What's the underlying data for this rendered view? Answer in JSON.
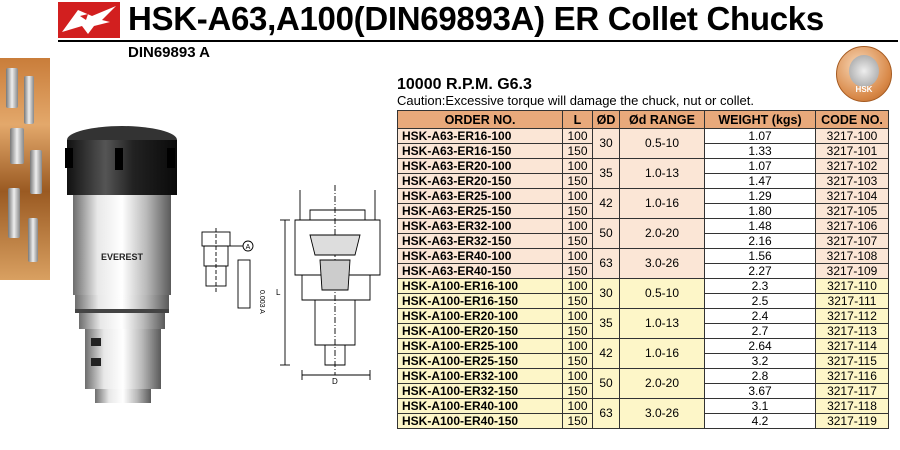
{
  "header": {
    "title": "HSK-A63,A100(DIN69893A) ER Collet Chucks",
    "subtitle": "DIN69893 A"
  },
  "badge": {
    "label": "HSK"
  },
  "specs": {
    "rpm": "10000 R.P.M. G6.3",
    "caution": "Caution:Excessive torque will damage the chuck, nut or collet."
  },
  "product": {
    "engraving": "EVEREST"
  },
  "drawing": {
    "tolerance": "0.003 A",
    "datum": "A",
    "dim_l": "L",
    "dim_d": "D"
  },
  "table": {
    "headers": [
      "ORDER NO.",
      "L",
      "ØD",
      "Ød RANGE",
      "WEIGHT (kgs)",
      "CODE NO."
    ],
    "rows": [
      {
        "order": "HSK-A63-ER16-100",
        "l": "100",
        "d": "30",
        "range": "0.5-10",
        "weight": "1.07",
        "code": "3217-100",
        "group": "a63"
      },
      {
        "order": "HSK-A63-ER16-150",
        "l": "150",
        "d": "",
        "range": "",
        "weight": "1.33",
        "code": "3217-101",
        "group": "a63"
      },
      {
        "order": "HSK-A63-ER20-100",
        "l": "100",
        "d": "35",
        "range": "1.0-13",
        "weight": "1.07",
        "code": "3217-102",
        "group": "a63"
      },
      {
        "order": "HSK-A63-ER20-150",
        "l": "150",
        "d": "",
        "range": "",
        "weight": "1.47",
        "code": "3217-103",
        "group": "a63"
      },
      {
        "order": "HSK-A63-ER25-100",
        "l": "100",
        "d": "42",
        "range": "1.0-16",
        "weight": "1.29",
        "code": "3217-104",
        "group": "a63"
      },
      {
        "order": "HSK-A63-ER25-150",
        "l": "150",
        "d": "",
        "range": "",
        "weight": "1.80",
        "code": "3217-105",
        "group": "a63"
      },
      {
        "order": "HSK-A63-ER32-100",
        "l": "100",
        "d": "50",
        "range": "2.0-20",
        "weight": "1.48",
        "code": "3217-106",
        "group": "a63"
      },
      {
        "order": "HSK-A63-ER32-150",
        "l": "150",
        "d": "",
        "range": "",
        "weight": "2.16",
        "code": "3217-107",
        "group": "a63"
      },
      {
        "order": "HSK-A63-ER40-100",
        "l": "100",
        "d": "63",
        "range": "3.0-26",
        "weight": "1.56",
        "code": "3217-108",
        "group": "a63"
      },
      {
        "order": "HSK-A63-ER40-150",
        "l": "150",
        "d": "",
        "range": "",
        "weight": "2.27",
        "code": "3217-109",
        "group": "a63"
      },
      {
        "order": "HSK-A100-ER16-100",
        "l": "100",
        "d": "30",
        "range": "0.5-10",
        "weight": "2.3",
        "code": "3217-110",
        "group": "a100"
      },
      {
        "order": "HSK-A100-ER16-150",
        "l": "150",
        "d": "",
        "range": "",
        "weight": "2.5",
        "code": "3217-111",
        "group": "a100"
      },
      {
        "order": "HSK-A100-ER20-100",
        "l": "100",
        "d": "35",
        "range": "1.0-13",
        "weight": "2.4",
        "code": "3217-112",
        "group": "a100"
      },
      {
        "order": "HSK-A100-ER20-150",
        "l": "150",
        "d": "",
        "range": "",
        "weight": "2.7",
        "code": "3217-113",
        "group": "a100"
      },
      {
        "order": "HSK-A100-ER25-100",
        "l": "100",
        "d": "42",
        "range": "1.0-16",
        "weight": "2.64",
        "code": "3217-114",
        "group": "a100"
      },
      {
        "order": "HSK-A100-ER25-150",
        "l": "150",
        "d": "",
        "range": "",
        "weight": "3.2",
        "code": "3217-115",
        "group": "a100"
      },
      {
        "order": "HSK-A100-ER32-100",
        "l": "100",
        "d": "50",
        "range": "2.0-20",
        "weight": "2.8",
        "code": "3217-116",
        "group": "a100"
      },
      {
        "order": "HSK-A100-ER32-150",
        "l": "150",
        "d": "",
        "range": "",
        "weight": "3.67",
        "code": "3217-117",
        "group": "a100"
      },
      {
        "order": "HSK-A100-ER40-100",
        "l": "100",
        "d": "63",
        "range": "3.0-26",
        "weight": "3.1",
        "code": "3217-118",
        "group": "a100"
      },
      {
        "order": "HSK-A100-ER40-150",
        "l": "150",
        "d": "",
        "range": "",
        "weight": "4.2",
        "code": "3217-119",
        "group": "a100"
      }
    ]
  }
}
